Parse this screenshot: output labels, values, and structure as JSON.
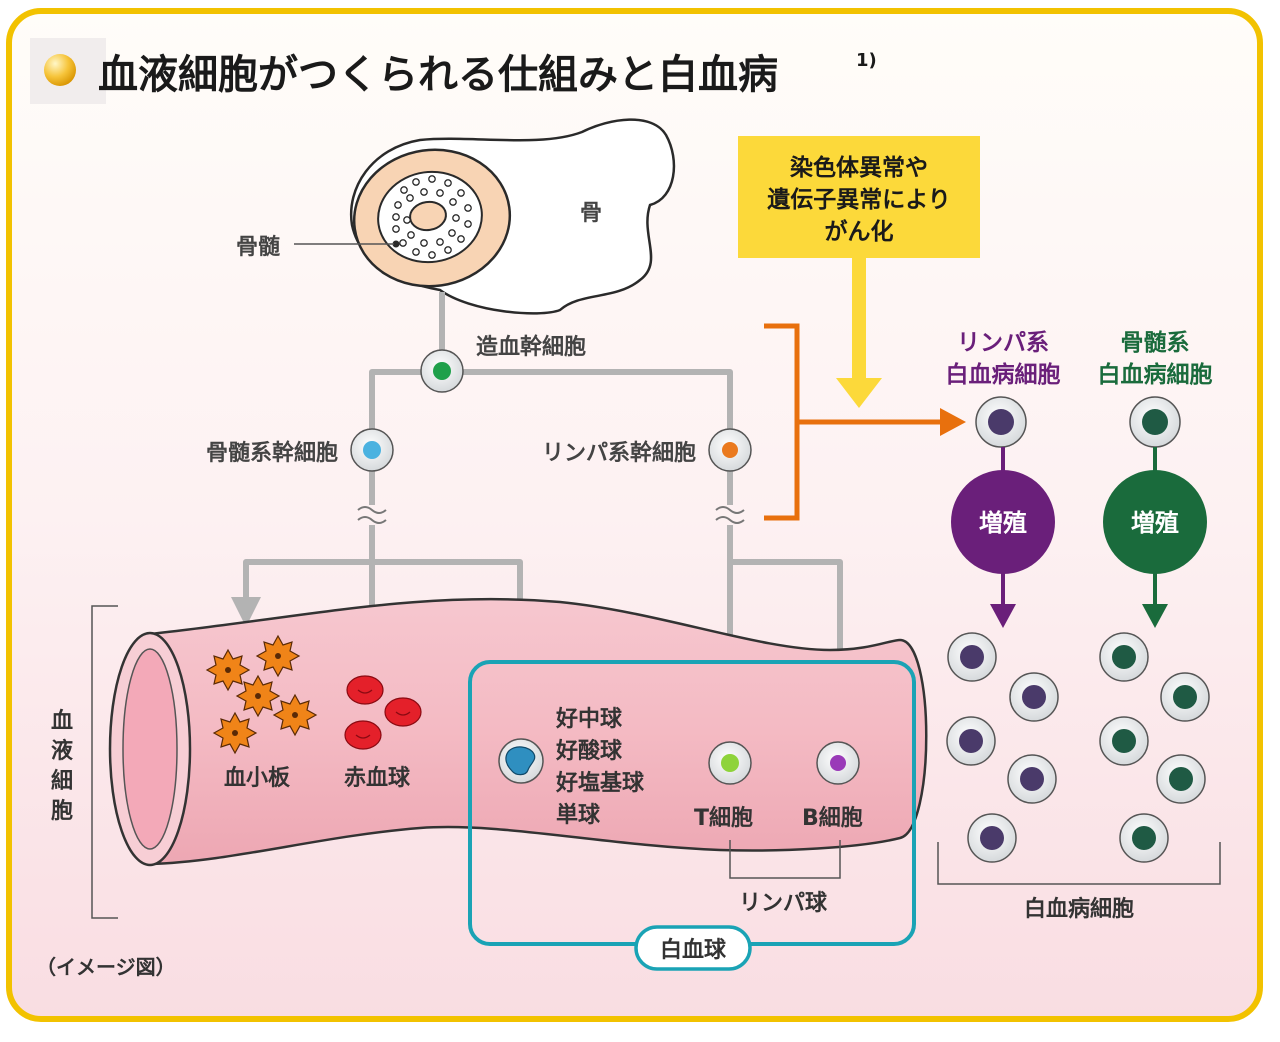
{
  "title": "血液細胞がつくられる仕組みと白血病",
  "title_ref": "1)",
  "labels": {
    "bone": "骨",
    "marrow": "骨髄",
    "hsc": "造血幹細胞",
    "myeloid_stem": "骨髄系幹細胞",
    "lymphoid_stem": "リンパ系幹細胞",
    "platelets": "血小板",
    "rbc": "赤血球",
    "granulocytes": [
      "好中球",
      "好酸球",
      "好塩基球",
      "単球"
    ],
    "t_cell": "T細胞",
    "b_cell": "B細胞",
    "lymphocytes": "リンパ球",
    "wbc": "白血球",
    "blood_cells_vertical": [
      "血",
      "液",
      "細",
      "胞"
    ],
    "image_note": "（イメージ図）"
  },
  "cause_box": [
    "染色体異常や",
    "遺伝子異常により",
    "がん化"
  ],
  "leukemia": {
    "lymphoid_title": [
      "リンパ系",
      "白血病細胞"
    ],
    "myeloid_title": [
      "骨髄系",
      "白血病細胞"
    ],
    "proliferation": "増殖",
    "cells_label": "白血病細胞"
  },
  "colors": {
    "frame": "#f2c200",
    "lymphoid": "#6a1f7a",
    "myeloid": "#1a6b3c",
    "orange_arrow": "#e8700d",
    "wbc_frame": "#1aa3b5",
    "gray_arrow": "#b3b3b3",
    "cause_box": "#fcd93a"
  }
}
